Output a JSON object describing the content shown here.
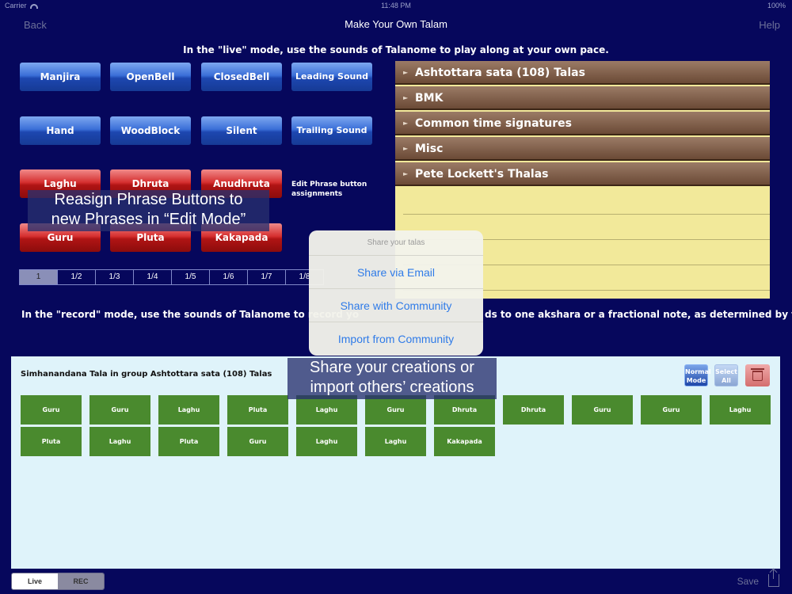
{
  "status_bar": {
    "carrier": "Carrier",
    "time": "11:48 PM",
    "battery": "100%"
  },
  "nav": {
    "back": "Back",
    "title": "Make Your Own Talam",
    "help": "Help"
  },
  "instructions": {
    "live": "In the \"live\" mode, use the sounds of Talanome to play along at your own pace.",
    "record_left": "In the \"record\" mode, use the sounds of Talanome to record yo",
    "record_right": "ds to one akshara or a fractional note, as determined by the"
  },
  "sound_buttons": {
    "manjira": "Manjira",
    "openbell": "OpenBell",
    "closedbell": "ClosedBell",
    "leading": "Leading Sound",
    "hand": "Hand",
    "woodblock": "WoodBlock",
    "silent": "Silent",
    "trailing": "Trailing Sound"
  },
  "phrase_buttons": {
    "laghu": "Laghu",
    "dhruta": "Dhruta",
    "anudhruta": "Anudhruta",
    "guru": "Guru",
    "pluta": "Pluta",
    "kakapada": "Kakapada"
  },
  "edit_phrase": {
    "line1": "Edit Phrase button",
    "line2": "assignments"
  },
  "fractions": [
    "1",
    "1/2",
    "1/3",
    "1/4",
    "1/5",
    "1/6",
    "1/7",
    "1/8"
  ],
  "tala_groups": [
    "Ashtottara sata (108) Talas",
    "BMK",
    "Common time signatures",
    "Misc",
    "Pete Lockett's Thalas"
  ],
  "overlays": {
    "reassign_line1": "Reasign Phrase Buttons to",
    "reassign_line2": "new Phrases in “Edit Mode”",
    "share_line1": "Share your creations or",
    "share_line2": "import others’ creations"
  },
  "popover": {
    "title": "Share your talas",
    "email": "Share via Email",
    "community": "Share with Community",
    "import": "Import from Community"
  },
  "record_panel": {
    "title": "Simhanandana Tala in group Ashtottara sata (108) Talas",
    "normal_mode_1": "Normal",
    "normal_mode_2": "Mode",
    "select_all_1": "Select",
    "select_all_2": "All",
    "tiles": [
      "Guru",
      "Guru",
      "Laghu",
      "Pluta",
      "Laghu",
      "Guru",
      "Dhruta",
      "Dhruta",
      "Guru",
      "Guru",
      "Laghu",
      "Pluta",
      "Laghu",
      "Pluta",
      "Guru",
      "Laghu",
      "Laghu",
      "Kakapada"
    ]
  },
  "bottom_bar": {
    "live": "Live",
    "rec": "REC",
    "save": "Save"
  },
  "colors": {
    "background": "#06075c",
    "accent_blue": "#2f7be8",
    "phrase_green": "#4a8a2e",
    "notebook_yellow": "#f2e99a"
  }
}
